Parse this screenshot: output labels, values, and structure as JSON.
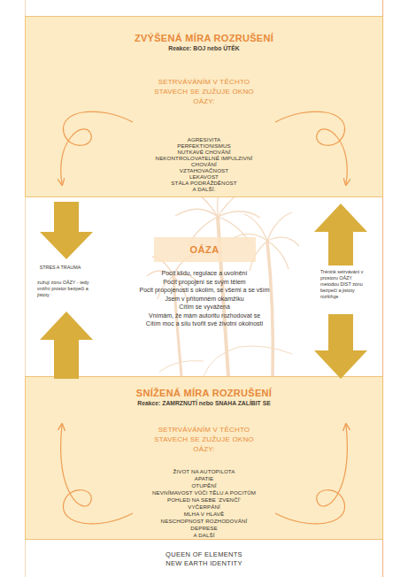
{
  "diagram": {
    "nodes": [
      {
        "text": [
          "ZVÝŠENÁ MÍRA ROZRUŠENÍ",
          "Reakce: BOJ nebo ÚTĚK",
          "SETRVÁVÁNÍM V TĚCHTO STAVECH SE ZUŽUJE OKNO OÁZY:",
          "AGRESIVITA",
          "PERFEKTIONISMUS",
          "NUTKAVÉ CHOVÁNÍ",
          "NEKONTROLOVATELNÉ IMPULZIVNÍ CHOVÁNÍ",
          "VZTAHOVAČNOST",
          "LEKAVOST",
          "STÁLA PODRÁŽDĚNOST",
          "A DALŠÍ."
        ]
      },
      {
        "text": [
          "OÁZA",
          "Pocit klidu, regulace a uvolnění",
          "Pocit propojení se svým tělem",
          "Pocit propojenosti s okolím, se všemi a se vším",
          "Jsem v přítomném okamžiku",
          "Cítím se vyvážená",
          "Vnímám, že mám autoritu rozhodovat se",
          "Cítím moc a sílu tvořit své životní okolnosti"
        ]
      },
      {
        "text": [
          "SNÍŽENÁ MÍRA ROZRUŠENÍ",
          "Reakce: ZAMRZNUTÍ nebo SNAHA ZALÍBIT SE",
          "SETRVÁVÁNÍM V TĚCHTO STAVECH SE ZUŽUJE OKNO OÁZY:",
          "ŽIVOT NA AUTOPILOTA",
          "APATIE",
          "OTUPĚNÍ",
          "NEVNÍMAVOST VŮČI TĚLU A POCITŮM",
          "POHLED NA SEBE ‘ZVENČÍ’",
          "VYČERPÁNÍ",
          "MLHA V HLAVĚ",
          "NESCHOPNOST ROZHODOVÁNÍ",
          "DEPRESE",
          "A DALŠÍ"
        ]
      }
    ],
    "labels": [
      "STRES A TRAUMA",
      "zužují zónu OÁZY - tedy vnitřní prostor bezpečí a jistoty",
      "Trénink setrvávání v prostoru OÁZY metodou DIST zónu bezpečí a jistoty rozšiřuje",
      "QUEEN OF ELEMENTS NEW EARTH IDENTITY"
    ]
  }
}
